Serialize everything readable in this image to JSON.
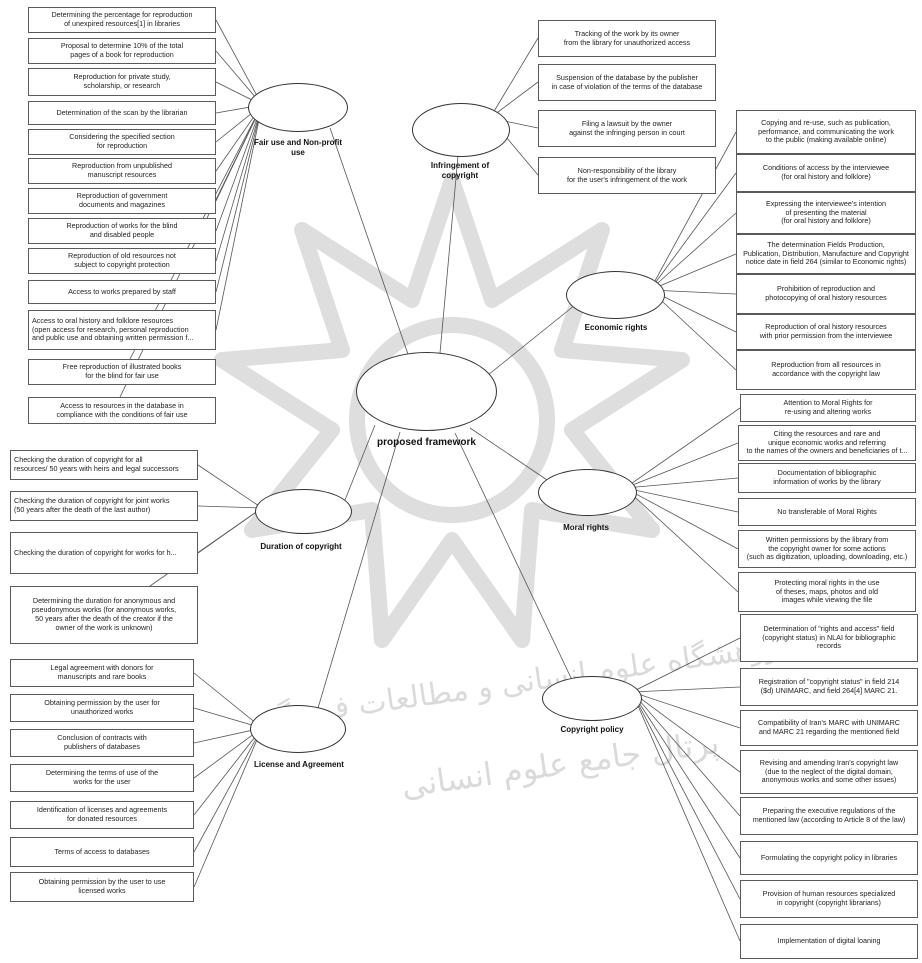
{
  "center": {
    "label": "proposed framework"
  },
  "hubs": {
    "fair_use": {
      "label": "Fair use and Non-profit\nuse",
      "items": [
        "Determining the percentage for reproduction\nof unexpired resources[1] in libraries",
        "Proposal to determine 10% of the total\npages of a book for reproduction",
        "Reproduction for private study,\nscholarship, or research",
        "Determination of the scan by the librarian",
        "Considering the specified section\nfor reproduction",
        "Reproduction from unpublished\nmanuscript resources",
        "Reproduction of government\ndocuments and magazines",
        "Reproduction of works for the blind\nand disabled people",
        "Reproduction of old resources not\nsubject to copyright protection",
        "Access to works prepared by staff",
        "Access to oral history and folklore resources\n(open access for research, personal reproduction\nand public use and obtaining written permission f...",
        "Free reproduction of illustrated books\nfor the blind for fair use",
        "Access to resources in the database in\ncompliance with the conditions of fair use"
      ]
    },
    "infringement": {
      "label": "Infringement of\ncopyright",
      "items": [
        "Tracking of the work by its owner\nfrom the library for unauthorized access",
        "Suspension of the database by the publisher\nin case of violation of the terms of the database",
        "Filing a lawsuit by the owner\nagainst the infringing person in court",
        "Non-responsibility of the library\nfor the user's infringement of the work"
      ]
    },
    "economic": {
      "label": "Economic rights",
      "items": [
        "Copying and re-use, such as publication,\nperformance, and communicating the work\nto the public (making available online)",
        "Conditions of access by the interviewee\n(for oral history and folklore)",
        "Expressing the interviewee's intention\nof presenting the material\n(for oral history and folklore)",
        "The determination Fields Production,\nPublication, Distribution, Manufacture and Copyright\nnotice date in field 264 (similar to Economic rights)",
        "Prohibition of reproduction and\nphotocopying of oral history resources",
        "Reproduction of oral history resources\nwith prior permission from the interviewee",
        "Reproduction from all resources in\naccordance with the copyright law"
      ]
    },
    "moral": {
      "label": "Moral rights",
      "items": [
        "Attention to Moral Rights for\nre-using and altering works",
        "Citing the resources and rare and\nunique economic works and referring\nto the names of the owners and beneficiaries of t...",
        "Documentation of bibliographic\ninformation of works by the library",
        "No transferable of Moral Rights",
        "Written permissions by the library from\nthe copyright owner for some actions\n(such as digitization, uploading, downloading, etc.)",
        "Protecting moral rights in the use\nof theses, maps, photos and old\nimages while viewing the file"
      ]
    },
    "duration": {
      "label": "Duration of copyright",
      "items": [
        "Checking the duration of copyright for all\nresources/ 50 years with heirs and legal successors",
        "Checking the duration of copyright for joint works\n(50 years after the death of the last author)",
        "Checking the duration of copyright for works for h...",
        "Determining the duration for anonymous and\npseudonymous works (for anonymous works,\n50 years after the death of the creator if the\nowner of the work is unknown)"
      ]
    },
    "license": {
      "label": "License and Agreement",
      "items": [
        "Legal agreement with donors for\nmanuscripts and rare books",
        "Obtaining permission by the user for\nunauthorized works",
        "Conclusion of contracts with\npublishers of databases",
        "Determining the terms of use of the\nworks for the user",
        "Identification of licenses and agreements\nfor donated resources",
        "Terms of access to databases",
        "Obtaining permission by the user to use\nlicensed works"
      ]
    },
    "policy": {
      "label": "Copyright policy",
      "items": [
        "Determination of \"rights and access\" field\n(copyright status) in NLAI for bibliographic\nrecords",
        "Registration of \"copyright status\" in field 214\n($d) UNIMARC, and field 264[4] MARC 21.",
        "Compatibility of Iran's MARC with UNIMARC\nand MARC 21 regarding the mentioned field",
        "Revising and amending Iran's copyright law\n(due to the neglect of the digital domain,\nanonymous works and some other issues)",
        "Preparing the executive regulations of the\nmentioned law (according to Article 8 of the law)",
        "Formulating the copyright policy in libraries",
        "Provision of human resources specialized\nin copyright (copyright librarians)",
        "Implementation of digital loaning"
      ]
    }
  },
  "watermark": {
    "line1": "پژوهشگاه علوم انسانی و مطالعات فرهنگی",
    "line2": "پرتال جامع علوم انسانی"
  },
  "colors": {
    "line": "#555555",
    "watermark": "#d9d9d9"
  }
}
